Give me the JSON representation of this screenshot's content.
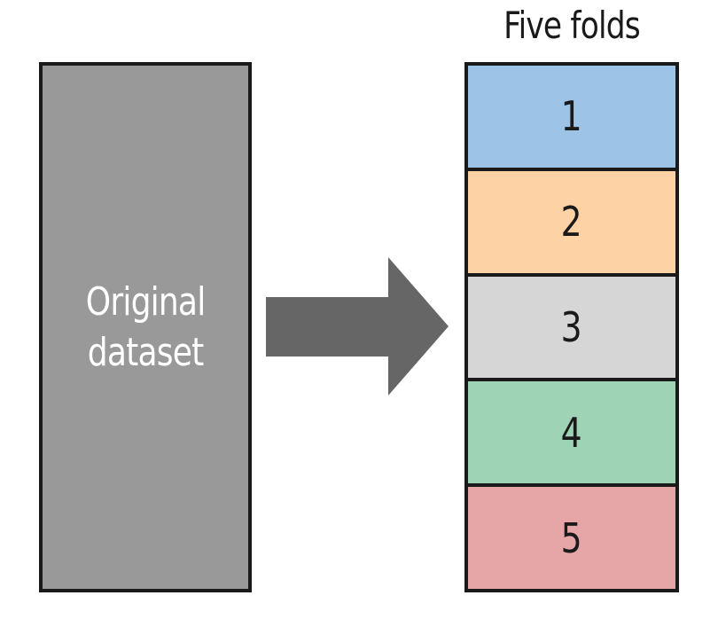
{
  "dataset": {
    "label": "Original\ndataset",
    "fill": "#999999"
  },
  "arrow": {
    "icon": "right-arrow-icon",
    "fill": "#666666"
  },
  "folds": {
    "title": "Five folds",
    "items": [
      {
        "label": "1",
        "color": "#9dc3e6"
      },
      {
        "label": "2",
        "color": "#fdd3a5"
      },
      {
        "label": "3",
        "color": "#d6d6d6"
      },
      {
        "label": "4",
        "color": "#9fd3b5"
      },
      {
        "label": "5",
        "color": "#e6a6a8"
      }
    ]
  }
}
